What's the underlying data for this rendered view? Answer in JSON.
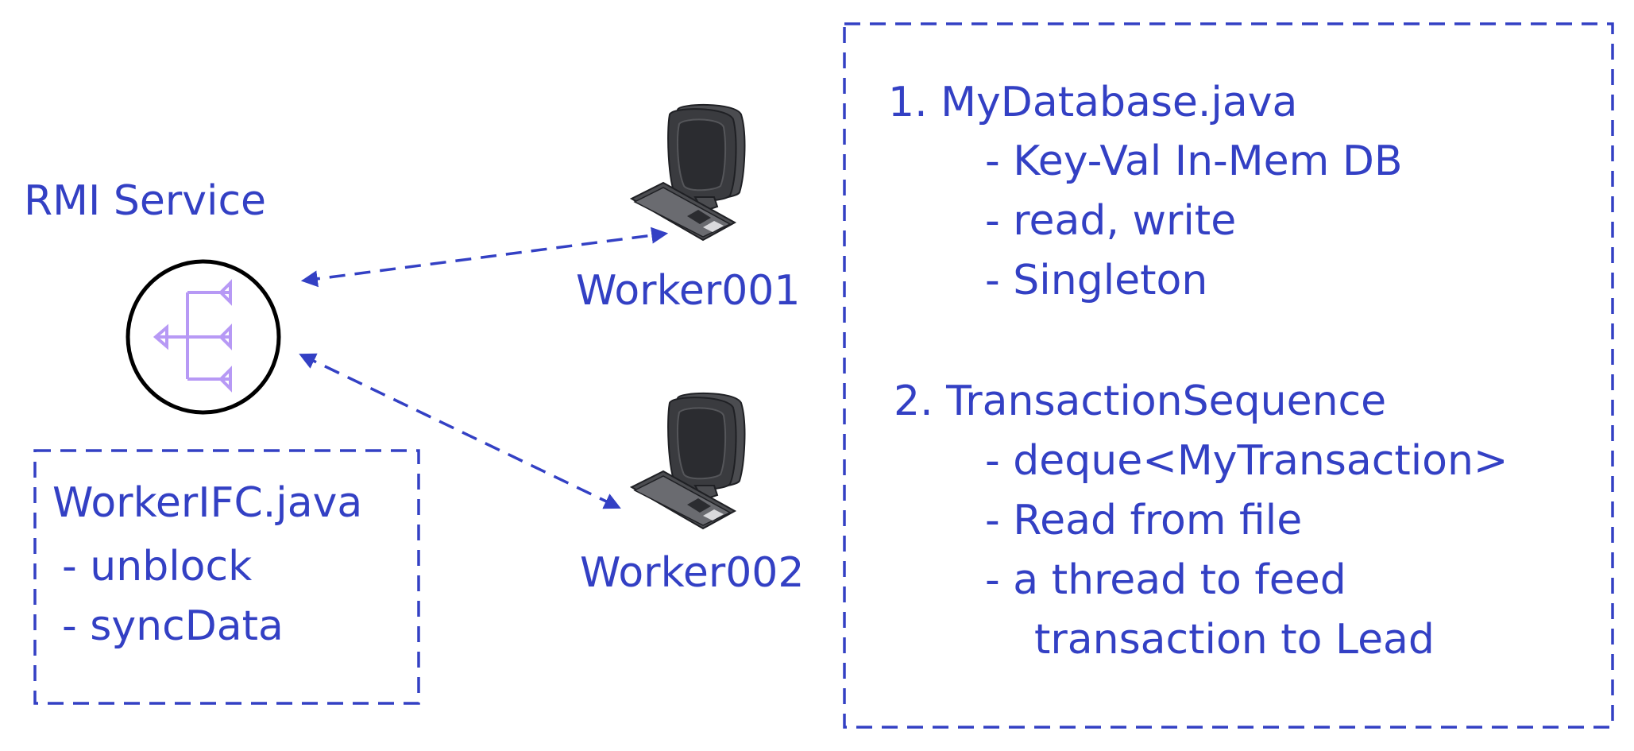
{
  "colors": {
    "ink": "#3340c4",
    "arrow": "#3340c4",
    "icon_purple": "#b799f5",
    "computer_dark": "#3a3b3f",
    "computer_mid": "#4b4c50",
    "outline": "#000000"
  },
  "rmi_service": {
    "label": "RMI Service",
    "icon": "fan-out-arrows-icon"
  },
  "interface_box": {
    "title": "WorkerIFC.java",
    "items": [
      "- unblock",
      "- syncData"
    ]
  },
  "workers": [
    {
      "label": "Worker001",
      "icon": "computer-icon"
    },
    {
      "label": "Worker002",
      "icon": "computer-icon"
    }
  ],
  "notes_box": {
    "sections": [
      {
        "heading": "1. MyDatabase.java",
        "items": [
          "- Key-Val In-Mem DB",
          "- read, write",
          "- Singleton"
        ]
      },
      {
        "heading": "2. TransactionSequence",
        "items": [
          "- deque<MyTransaction>",
          "- Read from file",
          "- a thread to feed",
          "transaction to Lead"
        ]
      }
    ]
  }
}
